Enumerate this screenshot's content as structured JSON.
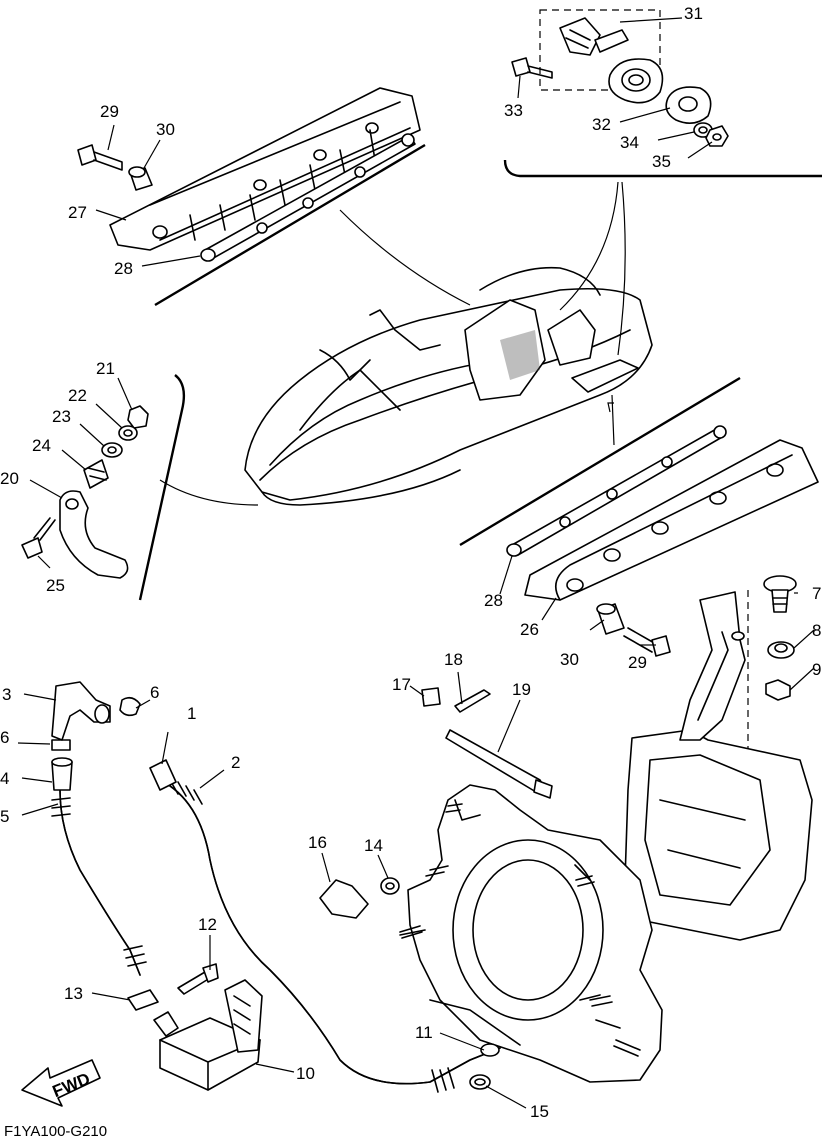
{
  "figure": {
    "code": "F1YA100-G210",
    "fwd_label": "FWD"
  },
  "callouts": {
    "p1": "1",
    "p2": "2",
    "p3": "3",
    "p4": "4",
    "p5": "5",
    "p6a": "6",
    "p6b": "6",
    "p7": "7",
    "p8": "8",
    "p9": "9",
    "p10": "10",
    "p11": "11",
    "p12": "12",
    "p13": "13",
    "p14": "14",
    "p15": "15",
    "p16": "16",
    "p17": "17",
    "p18": "18",
    "p19": "19",
    "p20": "20",
    "p21": "21",
    "p22": "22",
    "p23": "23",
    "p24": "24",
    "p25": "25",
    "p26": "26",
    "p27": "27",
    "p28a": "28",
    "p28b": "28",
    "p29a": "29",
    "p29b": "29",
    "p30a": "30",
    "p30b": "30",
    "p31": "31",
    "p32": "32",
    "p33": "33",
    "p34": "34",
    "p35": "35"
  }
}
